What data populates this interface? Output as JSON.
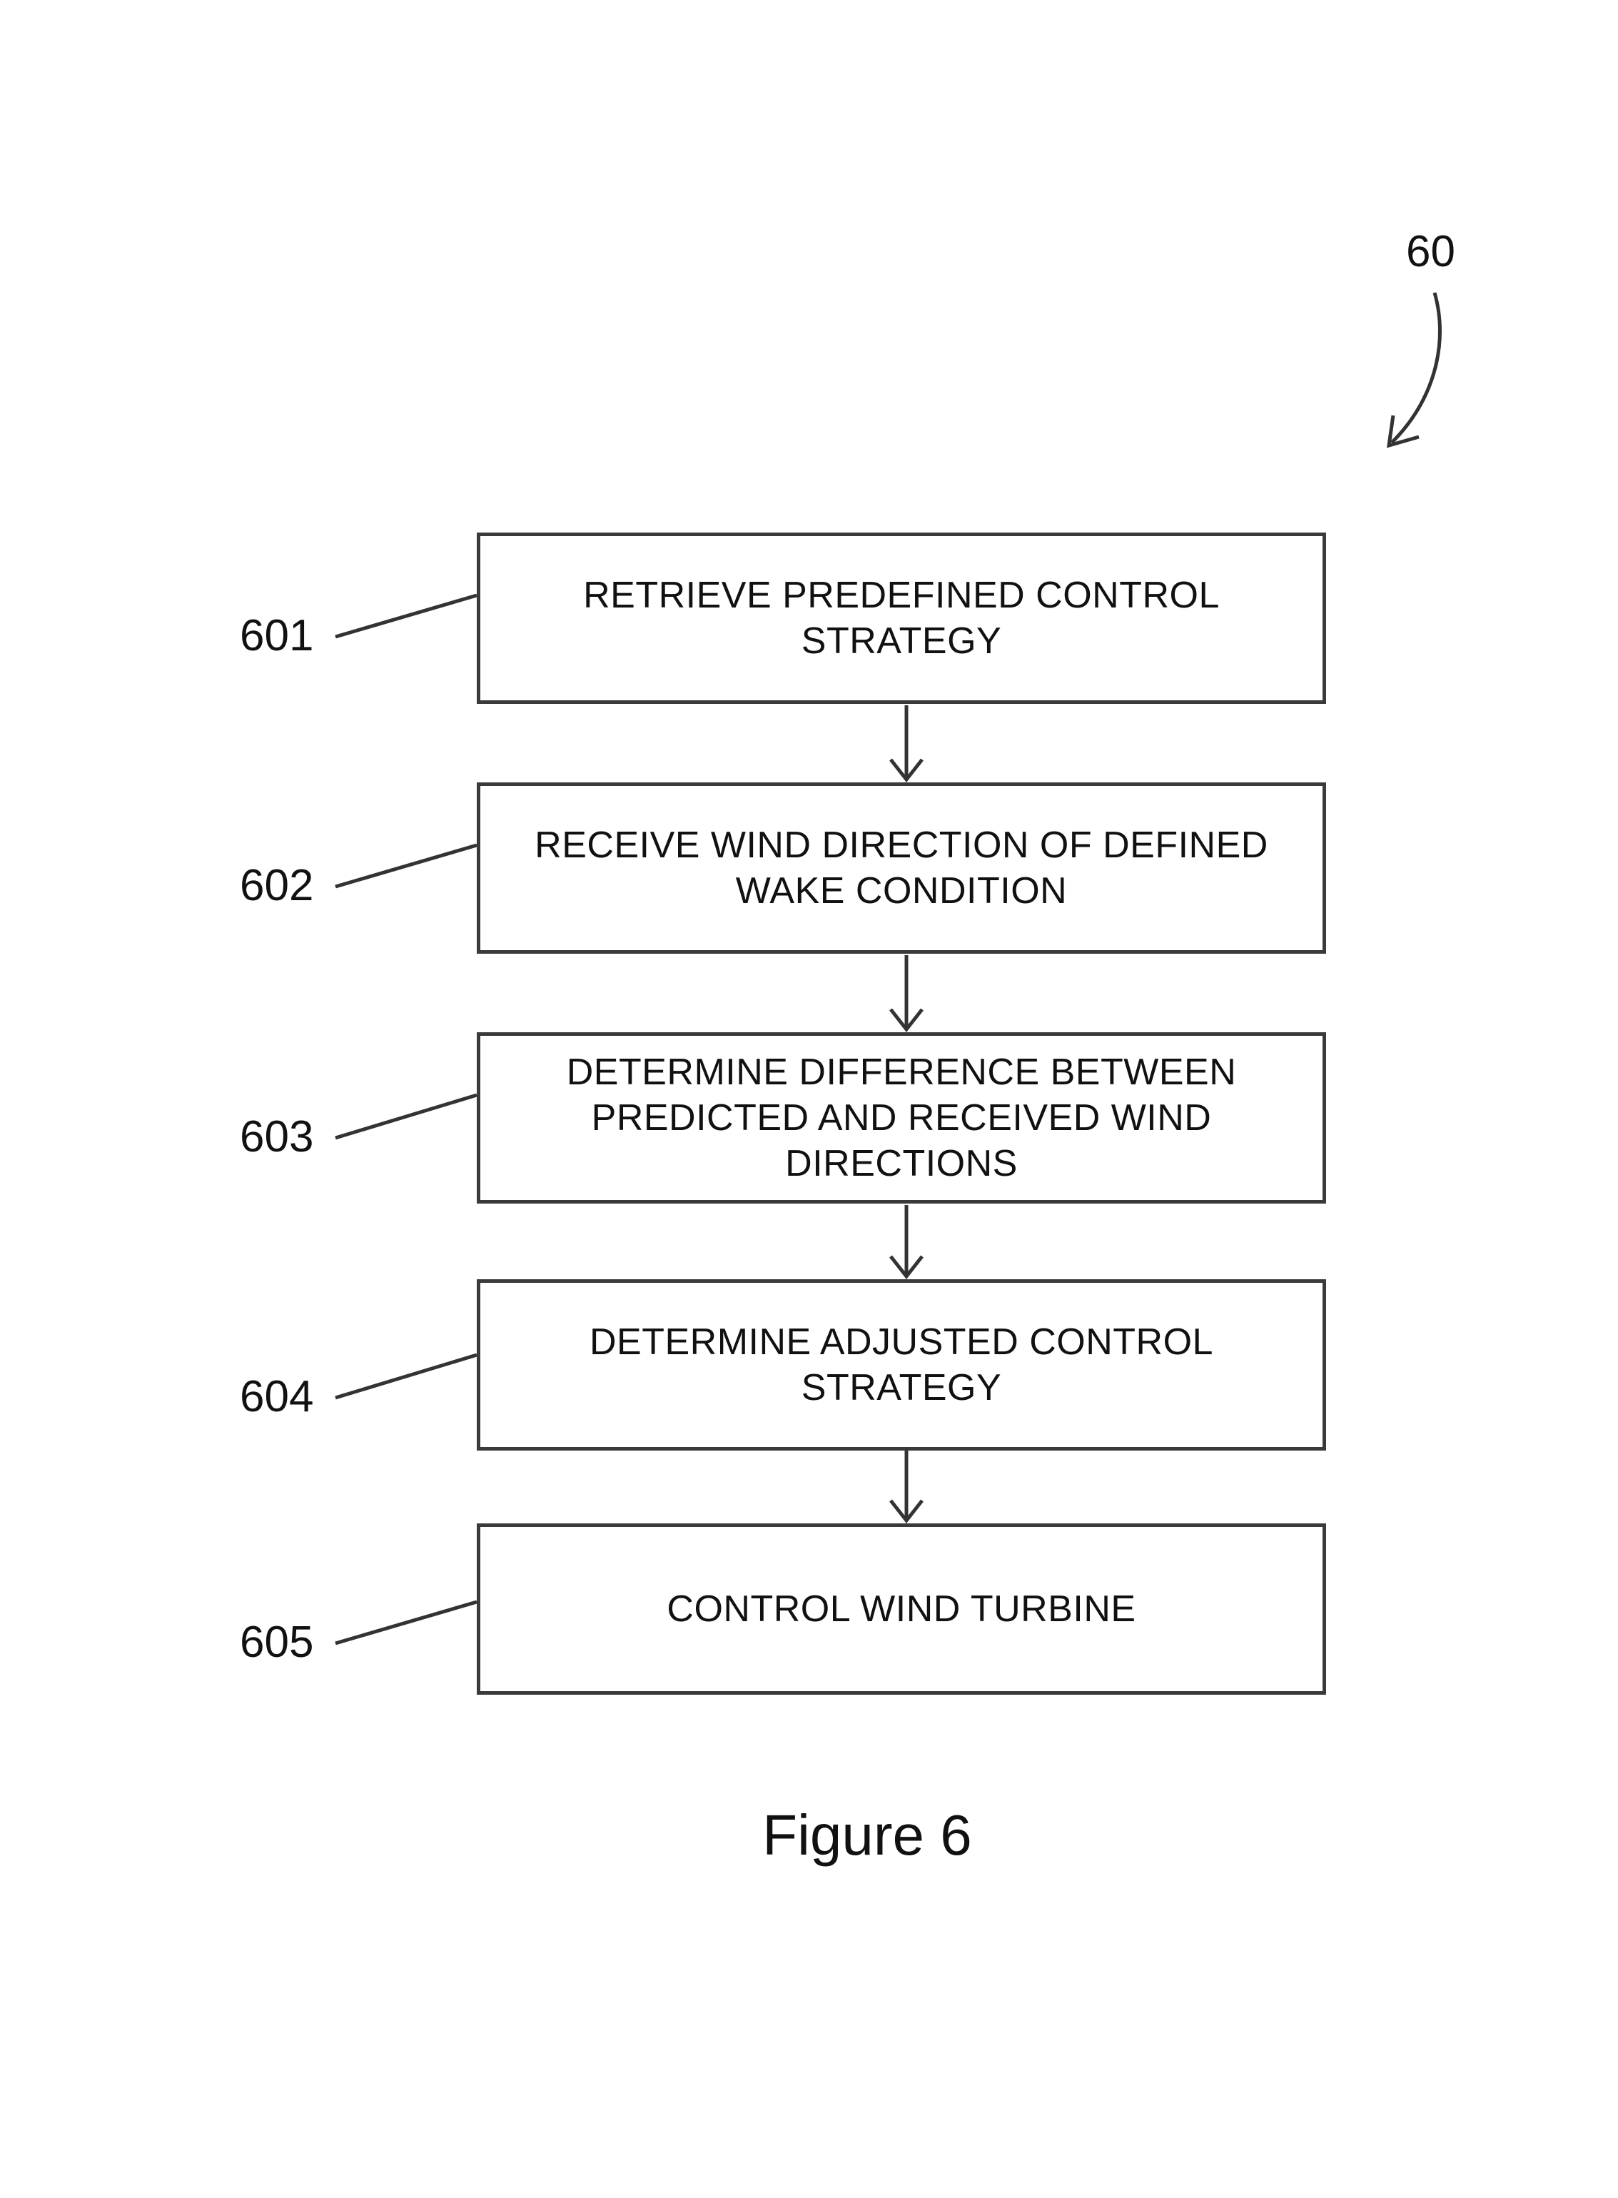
{
  "figure_ref": "60",
  "caption": "Figure 6",
  "steps": [
    {
      "ref": "601",
      "text": "RETRIEVE PREDEFINED CONTROL\nSTRATEGY"
    },
    {
      "ref": "602",
      "text": "RECEIVE WIND DIRECTION OF DEFINED\nWAKE CONDITION"
    },
    {
      "ref": "603",
      "text": "DETERMINE DIFFERENCE BETWEEN\nPREDICTED AND RECEIVED WIND\nDIRECTIONS"
    },
    {
      "ref": "604",
      "text": "DETERMINE ADJUSTED CONTROL\nSTRATEGY"
    },
    {
      "ref": "605",
      "text": "CONTROL WIND TURBINE"
    }
  ]
}
